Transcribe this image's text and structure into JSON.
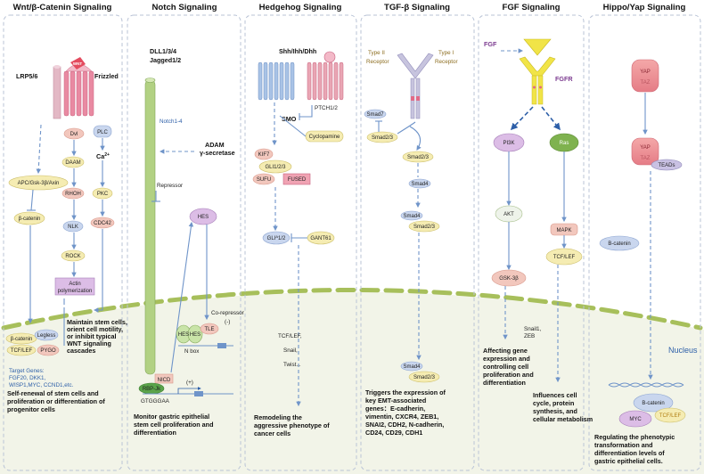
{
  "panels": {
    "wnt": {
      "title": "Wnt/β-Catenin Signaling",
      "lrp": "LRP5/6",
      "frizzled": "Frizzled",
      "wnt": "WNT",
      "dvl": "Dvl",
      "plc": "PLC",
      "ca": "Ca",
      "ca_sup": "2+",
      "apc": "APC/Gsk-3β/Axin",
      "daam": "DAAM",
      "rhoh": "RHOH",
      "pkc": "PKC",
      "bcat": "β-catenin",
      "nlk": "NLK",
      "cdc42": "CDC42",
      "rock": "ROCK",
      "actin1": "Actin",
      "actin2": "polymerization",
      "bcat2": "β-catenin",
      "legless": "Legless",
      "tcf": "TCF/LEF",
      "pygo": "PYGO",
      "maintain": [
        "Maintain stem cells,",
        "orient cell motility,",
        "or inhibit typical",
        "WNT signaling",
        "cascades"
      ],
      "targets": [
        "Target Genes:",
        "FGF20, DKK1,",
        "WISP1,MYC, CCND1,etc."
      ],
      "out": [
        "Self-renewal of stem cells and",
        "proliferation or differentiation of",
        "progenitor cells"
      ]
    },
    "notch": {
      "title": "Notch Signaling",
      "ligand1": "DLL1/3/4",
      "ligand2": "Jagged1/2",
      "notch14": "Notch1-4",
      "adam1": "ADAM",
      "adam2": "γ-secretase",
      "repressor": "Repressor",
      "hes": "HES",
      "hes_s1": "HES",
      "hes_s2": "HES",
      "corep": "Co-repressor",
      "tle": "TLE",
      "minus": "(-)",
      "nbox": "N box",
      "nicd": "NICD",
      "rbpj": "RBP-Jk",
      "plus": "(+)",
      "gtg": "GTGGGAA",
      "out": [
        "Monitor gastric epithelial",
        "stem cell proliferation and",
        "differentiation"
      ]
    },
    "hh": {
      "title": "Hedgehog Signaling",
      "ligand": "Shh/Ihh/Dhh",
      "ptch": "PTCH1/2",
      "smo": "SMO",
      "cyclopamine": "Cyclopamine",
      "kif7": "KIF7",
      "gli123": "GLI1/2/3",
      "sufu": "SUFU",
      "fused": "FUSED",
      "gli_a": "GLI",
      "gli_b": "1/2",
      "gli_sup": "A",
      "gant": "GANT61",
      "targets": [
        "TCF/LEF,",
        "Snail,",
        "Twist..."
      ],
      "out": [
        "Remodeling the",
        "aggressive phenotype of",
        "cancer cells"
      ]
    },
    "tgf": {
      "title": "TGF-β Signaling",
      "type2a": "Type II",
      "type2b": "Receptor",
      "type1a": "Type I",
      "type1b": "Receptor",
      "smad7": "Smad7",
      "smad23a": "Smad2/3",
      "smad23b": "Smad2/3",
      "smad4a": "Smad4",
      "smad4b": "Smad4",
      "smad23c": "Smad2/3",
      "smad4c": "Smad4",
      "smad23d": "Smad2/3",
      "out": [
        "Triggers the expression of",
        "key EMT-associated",
        "genes：E-cadherin,",
        "vimentin, CXCR4, ZEB1,",
        "SNAI2, CDH2, N-cadherin,",
        "CD24, CD29, CDH1"
      ]
    },
    "fgf": {
      "title": "FGF Signaling",
      "fgf": "FGF",
      "fgfr": "FGFR",
      "pi3k": "PI3K",
      "ras": "Ras",
      "akt": "AKT",
      "mapk": "MAPK",
      "tcf": "TCF/LEF",
      "gsk": "GSK-3β",
      "snail1": "Snail1,",
      "zeb": "ZEB",
      "out1": [
        "Affecting gene",
        "expression and",
        "controlling cell",
        "proliferation and",
        "differentiation"
      ],
      "out2": [
        "Influences cell",
        "cycle, protein",
        "synthesis, and",
        "cellular metabolism"
      ]
    },
    "hippo": {
      "title": "Hippo/Yap Signaling",
      "yap": "YAP",
      "taz": "TAZ",
      "yap2": "YAP",
      "taz2": "TAZ",
      "teads": "TEADs",
      "bcat": "B-catenin",
      "nucleus": "Nucleus",
      "bcat2": "B-catenin",
      "myc": "MYC",
      "tcf": "TCF/LEF",
      "out": [
        "Regulating the phenotypic",
        "transformation and",
        "differentiation levels of",
        "gastric epithelial cells."
      ]
    }
  },
  "colors": {
    "membrane": "#a7bf5b",
    "nucleus_bg": "#f2f4e8",
    "arrow": "#6f94c9",
    "panel_border": "#b9c3d6",
    "receptor_pink": "#e9a6b4",
    "receptor_green": "#9fc56b",
    "fgf_yellow": "#f1e447",
    "node_red": "#f2c7bd",
    "node_yellow": "#f5ecb2",
    "node_blue": "#c9d6ee",
    "node_green": "#7fb24f"
  }
}
